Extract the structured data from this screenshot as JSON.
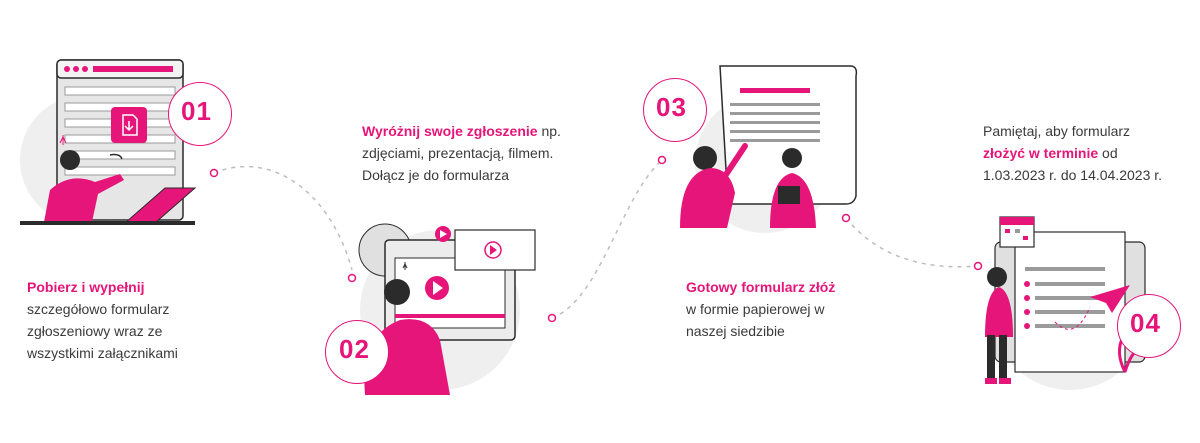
{
  "colors": {
    "accent": "#e6157a",
    "gray": "#d9d9d9",
    "dark": "#2b2b2b"
  },
  "steps": [
    {
      "number": "01",
      "highlight": "Pobierz i wypełnij",
      "text_lines": [
        "szczegółowo formularz",
        "zgłoszeniowy wraz ze",
        "wszystkimi załącznikami"
      ],
      "icon": "download-form-illustration"
    },
    {
      "number": "02",
      "highlight": "Wyróżnij swoje zgłoszenie",
      "text_after": " np.",
      "text_lines": [
        "zdjęciami, prezentacją, filmem.",
        "Dołącz je do formularza"
      ],
      "icon": "video-presentation-illustration"
    },
    {
      "number": "03",
      "highlight": "Gotowy formularz złóż",
      "text_lines": [
        "w formie papierowej w",
        "naszej siedzibie"
      ],
      "icon": "paper-document-illustration"
    },
    {
      "number": "04",
      "text_before": "Pamiętaj, aby formularz",
      "highlight": "złożyć w terminie",
      "text_after": " od",
      "text_lines": [
        "1.03.2023 r. do 14.04.2023 r."
      ],
      "icon": "calendar-deadline-illustration"
    }
  ]
}
